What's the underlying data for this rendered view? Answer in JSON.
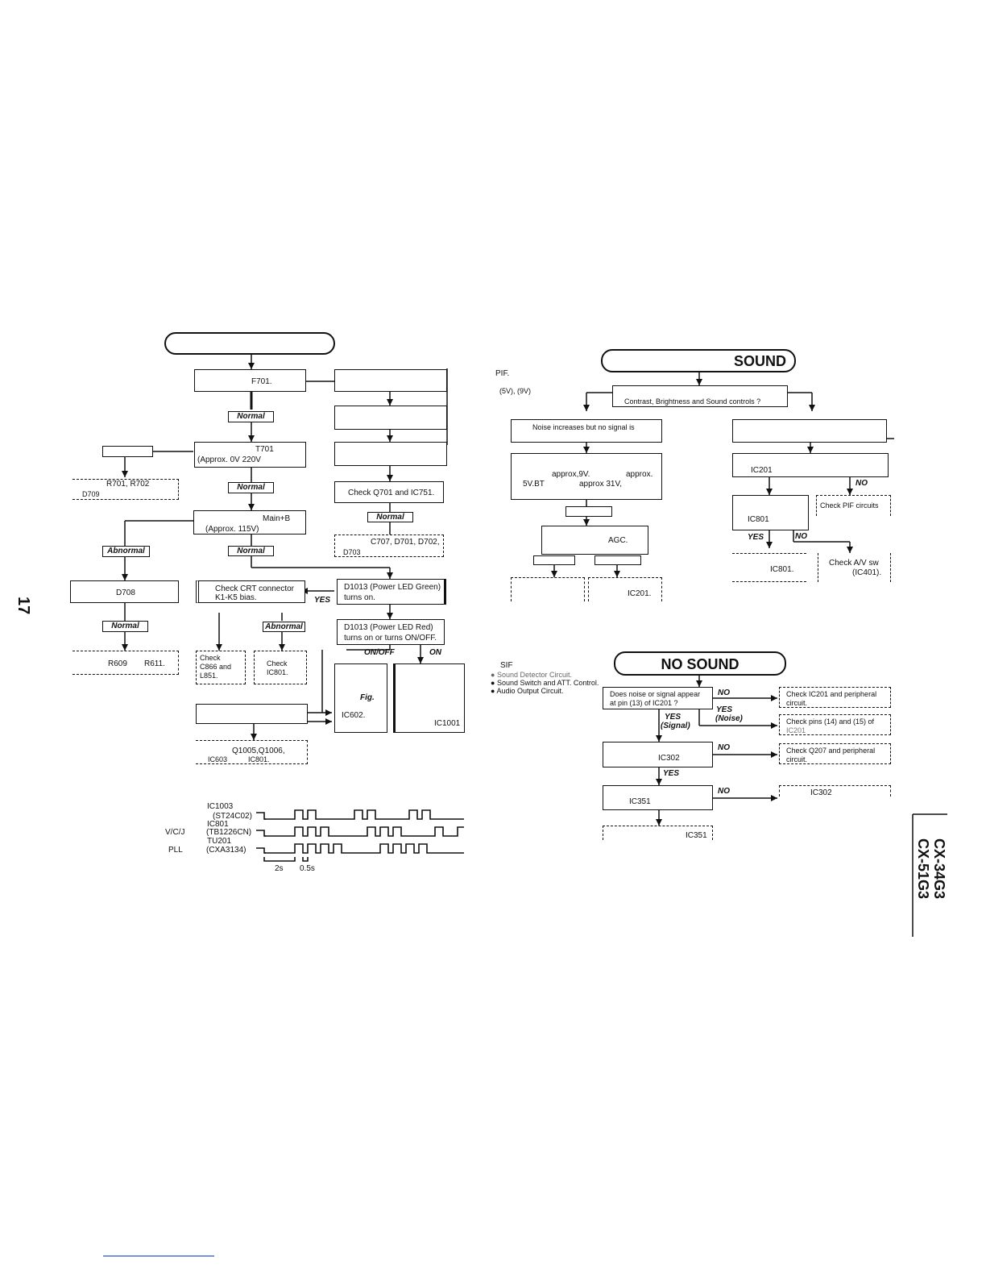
{
  "page_number": "17",
  "model_label": [
    "CX-34G3",
    "CX-51G3"
  ],
  "left_flow": {
    "f701": "F701.",
    "t701_title": "T701",
    "t701_values": "(Approx.    0V   220V",
    "r701": "R701, R702",
    "d709": "D709",
    "normal": "Normal",
    "abnormal": "Abnormal",
    "mainb": "Main+B",
    "approx115": "(Approx. 115V)",
    "check_q701": "Check Q701 and IC751.",
    "c707": "C707, D701, D702,",
    "d703": "D703",
    "d708": "D708",
    "check_crt_1": "Check  CRT  connector",
    "check_crt_2": "K1-K5  bias.",
    "yes": "YES",
    "led_green_1": "D1013 (Power LED  Green)",
    "led_green_2": "turns on.",
    "led_red_1": "D1013 (Power LED Red)",
    "led_red_2": "turns on or turns ON/OFF.",
    "onoff": "ON/OFF",
    "on": "ON",
    "r609": "R609",
    "r611": "R611.",
    "check_c866_1": "Check",
    "check_c866_2": "C866 and",
    "check_c866_3": "L851.",
    "check_ic801_1": "Check",
    "check_ic801_2": "IC801.",
    "fig": "Fig.",
    "ic602": "IC602.",
    "ic1001": "IC1001",
    "q1005": "Q1005,Q1006,",
    "ic603": "IC603",
    "ic801b": "IC801.",
    "timing_ic1003": "IC1003",
    "timing_st24": "(ST24C02)",
    "timing_ic801": "IC801",
    "timing_tb": "(TB1226CN)",
    "timing_tu201": "TU201",
    "timing_cxa": "(CXA3134)",
    "timing_vcj": "V/C/J",
    "timing_pll": "PLL",
    "timing_2s": "2s",
    "timing_05s": "0.5s"
  },
  "sound_flow": {
    "title": "SOUND",
    "pif": "PIF.",
    "voltages": "(5V), (9V)",
    "question": "Contrast, Brightness and Sound controls ?",
    "noise_1": "Noise increases but no signal is",
    "approx9": "approx,9V.",
    "approx_r": "approx.",
    "bt5v": "5V.BT",
    "approx31": "approx 31V,",
    "agc": "AGC.",
    "ic201": "IC201",
    "no": "NO",
    "check_pif": "Check PIF circuits",
    "ic801": "IC801",
    "yes": "YES",
    "ic801b": "IC801.",
    "check_av_1": "Check A/V sw",
    "check_av_2": "(IC401).",
    "ic201b": "IC201."
  },
  "nosound_flow": {
    "title": "NO SOUND",
    "sif": "SIF",
    "bullet_1": "Sound Detector Circuit.",
    "bullet_2": "Sound Switch and ATT. Control.",
    "bullet_3": "Audio Output Circuit.",
    "q1_1": "Does noise or signal appear",
    "q1_2": "at pin (13) of IC201 ?",
    "no": "NO",
    "yes_noise_1": "YES",
    "yes_noise_2": "(Noise)",
    "yes_signal_1": "YES",
    "yes_signal_2": "(Signal)",
    "check_ic201_1": "Check IC201 and peripheral",
    "check_ic201_2": "circuit.",
    "check_pins_1": "Check pins (14) and (15) of",
    "check_pins_2": "IC201",
    "ic302": "IC302",
    "check_q207_1": "Check Q207 and peripheral",
    "check_q207_2": "circuit.",
    "yes": "YES",
    "ic351": "IC351",
    "ic302b": "IC302",
    "ic351b": "IC351"
  }
}
